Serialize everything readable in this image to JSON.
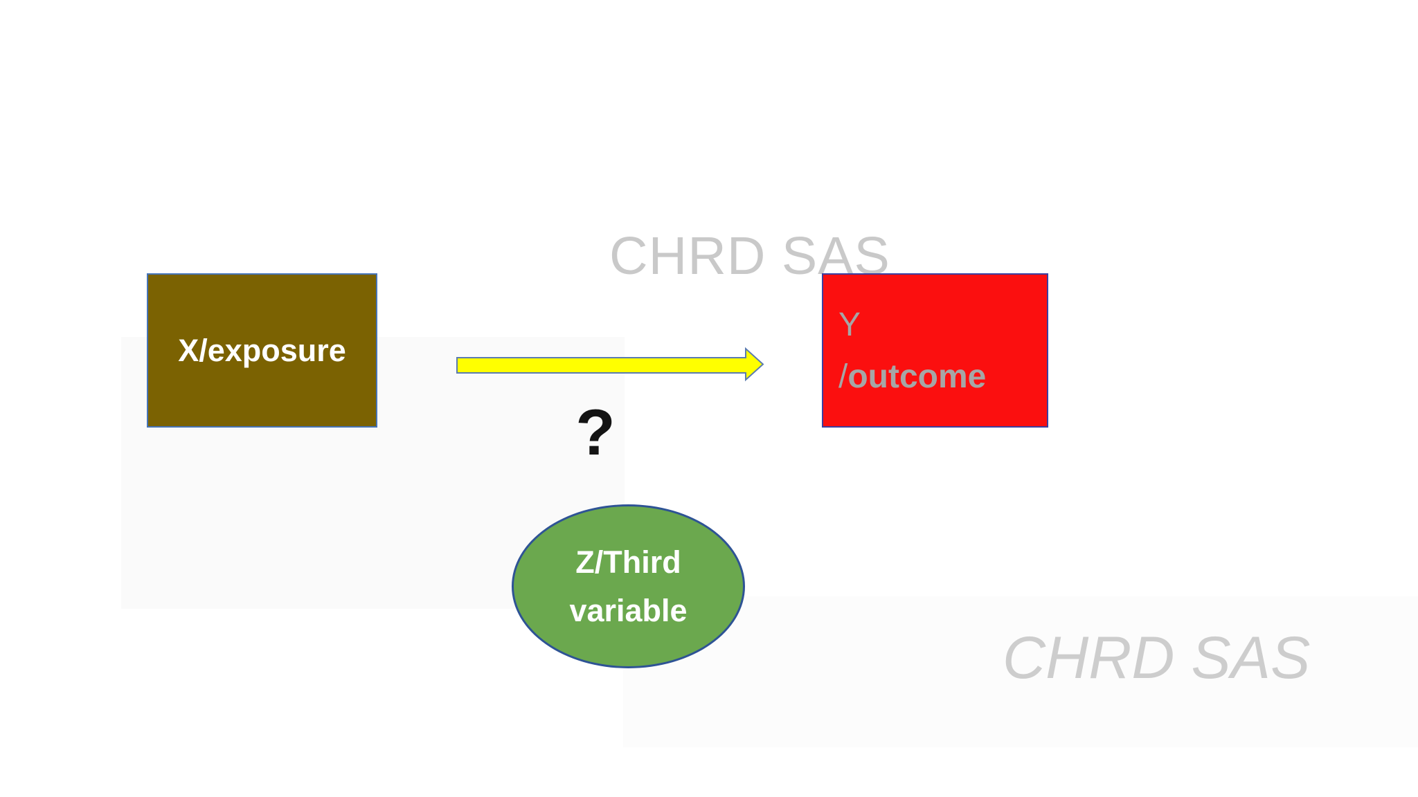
{
  "diagram": {
    "exposure_box": {
      "label": "X/exposure"
    },
    "outcome_box": {
      "line1": "Y",
      "line2_prefix": "/",
      "line2_text": "outcome"
    },
    "third_variable": {
      "line1": "Z/Third",
      "line2": "variable"
    },
    "question_mark": "?",
    "arrow": {
      "direction": "left-to-right"
    },
    "watermark_top": "CHRD SAS",
    "watermark_bottom": "CHRD SAS"
  },
  "colors": {
    "exposure_fill": "#7B6202",
    "outcome_fill": "#FB0F0F",
    "third_variable_fill": "#6BA84E",
    "arrow_fill": "#FFFF00",
    "arrow_outline": "#5b7bb0",
    "shape_border_blue": "#2E5395",
    "outcome_text_gray": "#A6A6A6",
    "watermark_gray": "#C9C9C9",
    "shape_text_white": "#FFFFFF",
    "question_mark_color": "#141414"
  }
}
